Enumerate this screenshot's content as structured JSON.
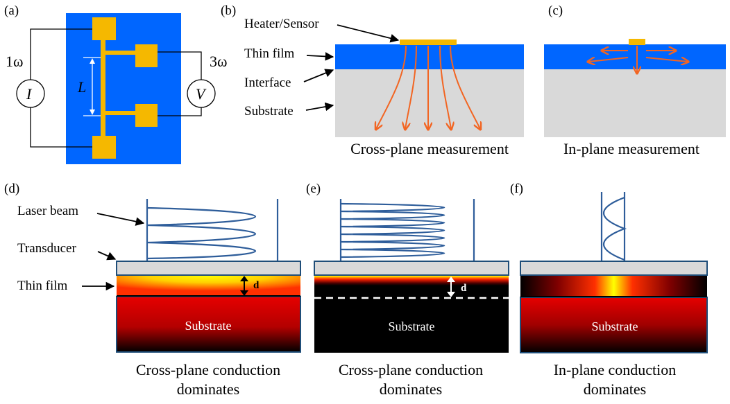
{
  "panels": {
    "a": "(a)",
    "b": "(b)",
    "c": "(c)",
    "d": "(d)",
    "e": "(e)",
    "f": "(f)"
  },
  "circuit": {
    "input_freq": "1ω",
    "output_freq": "3ω",
    "current_symbol": "I",
    "voltage_symbol": "V",
    "length_symbol": "L"
  },
  "panel_b": {
    "heater_label": "Heater/Sensor",
    "film_label": "Thin film",
    "interface_label": "Interface",
    "substrate_label": "Substrate",
    "caption": "Cross-plane measurement"
  },
  "panel_c": {
    "caption": "In-plane measurement"
  },
  "panel_d": {
    "laser_label": "Laser beam",
    "transducer_label": "Transducer",
    "film_label": "Thin film",
    "thickness_symbol": "d",
    "substrate_label": "Substrate",
    "caption_line1": "Cross-plane conduction",
    "caption_line2": "dominates"
  },
  "panel_e": {
    "thickness_symbol": "d",
    "substrate_label": "Substrate",
    "caption_line1": "Cross-plane conduction",
    "caption_line2": "dominates"
  },
  "panel_f": {
    "substrate_label": "Substrate",
    "caption_line1": "In-plane conduction",
    "caption_line2": "dominates"
  },
  "colors": {
    "film_blue": "#0066ff",
    "heater_gold": "#f5b800",
    "substrate_gray": "#d9d9d9",
    "heat_arrow": "#f26522",
    "beam_blue": "#2e5d9a"
  }
}
